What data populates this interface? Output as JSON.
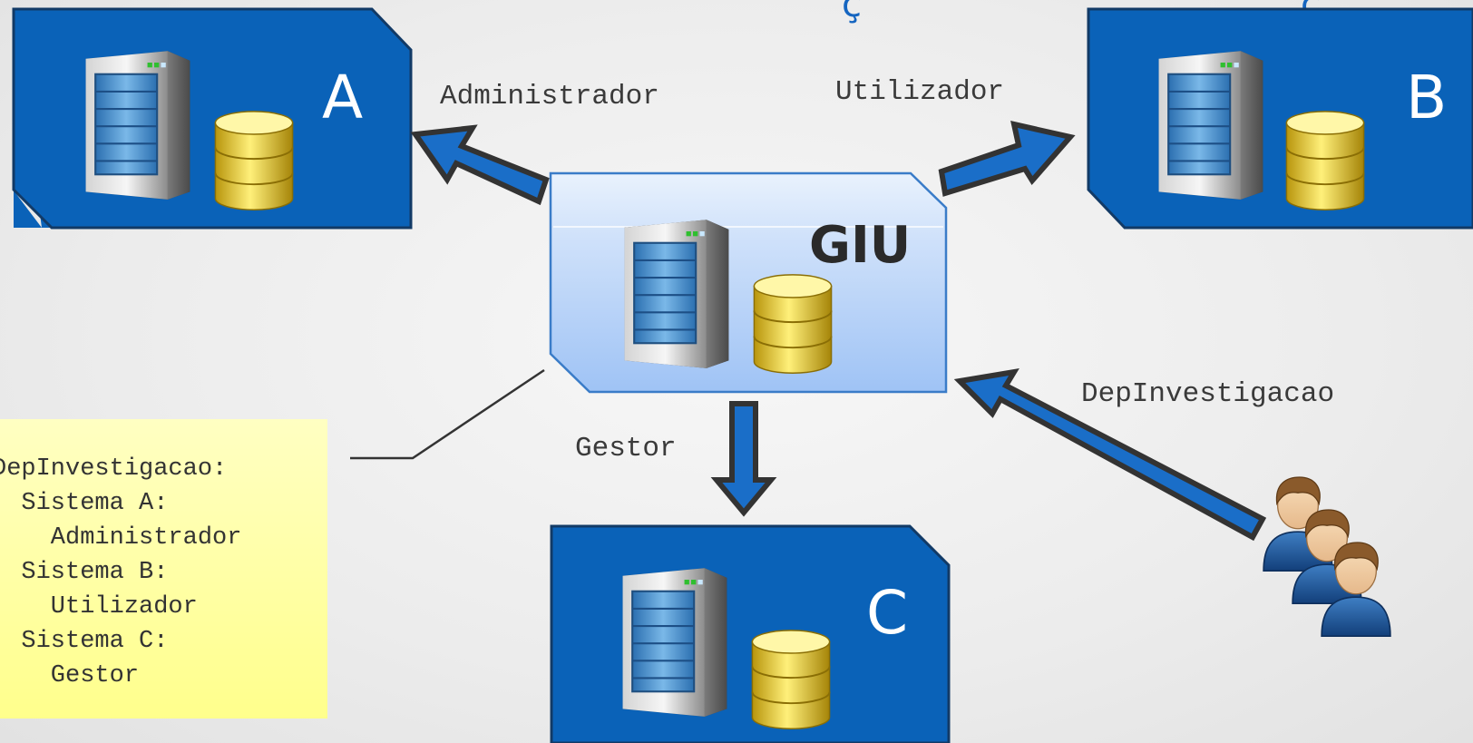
{
  "title_glyphs": [
    "ç",
    "ç"
  ],
  "systems": {
    "a": {
      "label": "A"
    },
    "b": {
      "label": "B"
    },
    "c": {
      "label": "C"
    },
    "giu": {
      "label": "GIU"
    }
  },
  "roles": {
    "administrador": "Administrador",
    "utilizador": "Utilizador",
    "gestor": "Gestor",
    "depinvestigacao": "DepInvestigacao"
  },
  "config_note": {
    "lines": [
      "DepInvestigacao:",
      "  Sistema A:",
      "    Administrador",
      "  Sistema B:",
      "    Utilizador",
      "  Sistema C:",
      "    Gestor"
    ]
  },
  "colors": {
    "system_fill": "#0a62b8",
    "giu_fill": "#bcd6f7",
    "arrow_fill": "#1a6ec8",
    "arrow_outline": "#333333",
    "note_fill": "#ffff9e"
  },
  "icons": [
    "server-icon",
    "database-icon",
    "users-icon"
  ]
}
